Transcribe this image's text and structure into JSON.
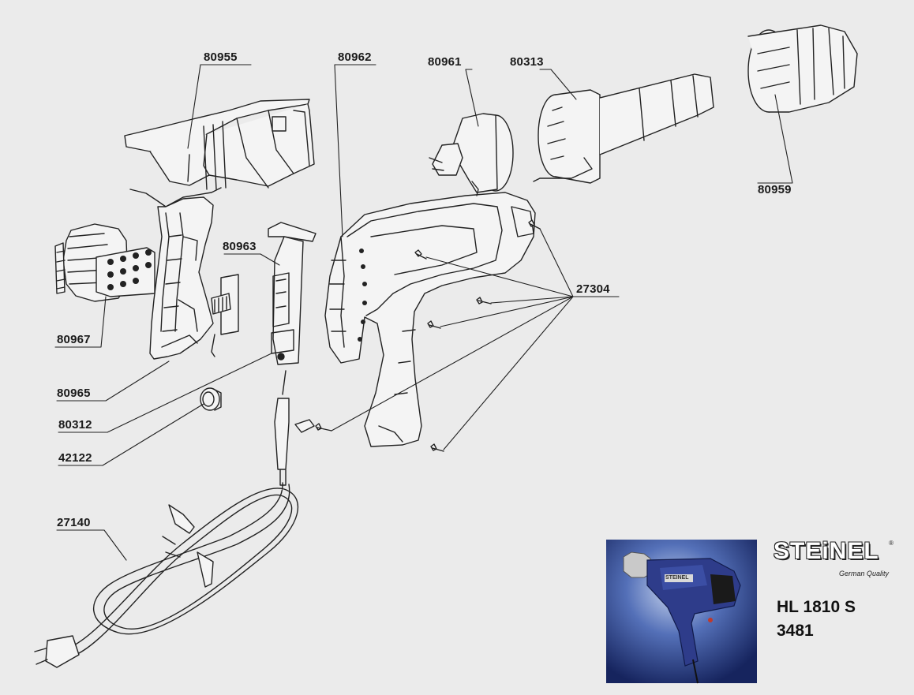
{
  "diagram": {
    "labels": {
      "p80955": "80955",
      "p80962": "80962",
      "p80961": "80961",
      "p80313": "80313",
      "p80959": "80959",
      "p80963": "80963",
      "p27304": "27304",
      "p80967": "80967",
      "p80965": "80965",
      "p80312": "80312",
      "p42122": "42122",
      "p27140": "27140"
    }
  },
  "brand": {
    "name": "STEiNEL",
    "registered": "®",
    "tagline": "German Quality"
  },
  "product": {
    "model": "HL 1810 S",
    "article": "3481",
    "photo_badge": "STEINEL"
  }
}
